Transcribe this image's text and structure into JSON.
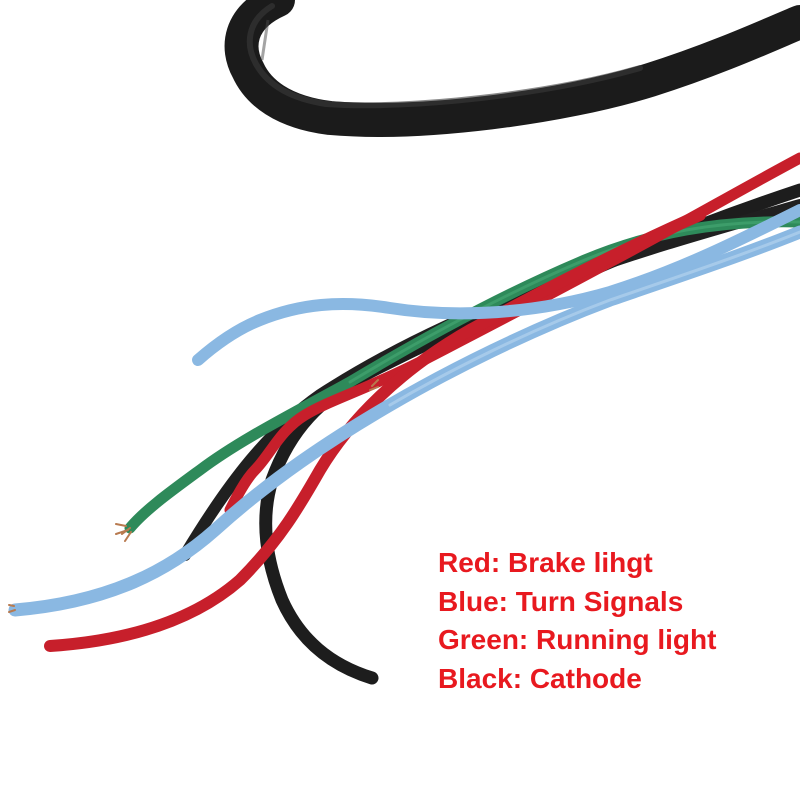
{
  "colors": {
    "background": "#ffffff",
    "label_text": "#e8191f",
    "wire_red": "#c71f2b",
    "wire_blue": "#8ab8e2",
    "wire_green": "#2e8a5a",
    "wire_black": "#1d1d1d",
    "sheath": "#1a1a1a",
    "copper": "#b87a4f"
  },
  "legend": {
    "red": "Red: Brake lihgt",
    "blue": "Blue: Turn Signals",
    "green": "Green: Running light",
    "black": "Black: Cathode"
  }
}
